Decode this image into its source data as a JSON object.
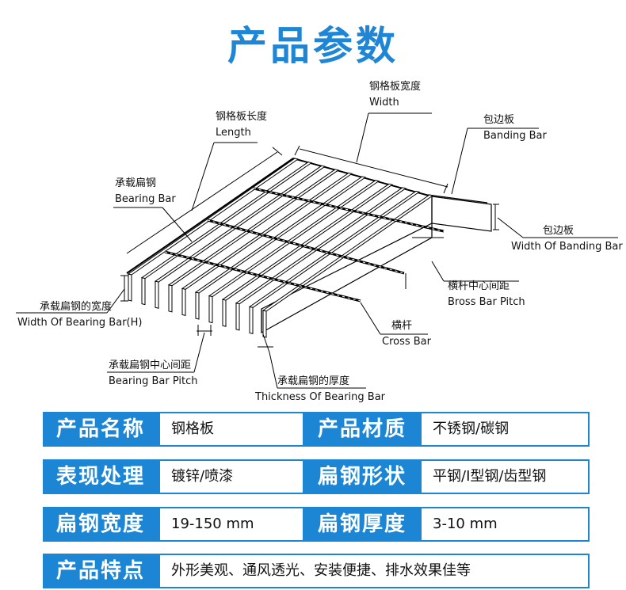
{
  "title": "产品参数",
  "labels": {
    "width": {
      "cn": "钢格板宽度",
      "en": "Width"
    },
    "length": {
      "cn": "钢格板长度",
      "en": "Length"
    },
    "banding_bar": {
      "cn": "包边板",
      "en": "Banding Bar"
    },
    "bearing_bar": {
      "cn": "承载扁钢",
      "en": "Bearing Bar"
    },
    "width_banding_bar": {
      "cn": "包边板",
      "en": "Width Of Banding Bar"
    },
    "cross_bar_pitch": {
      "cn": "横杆中心间距",
      "en": "Bross Bar Pitch"
    },
    "width_bearing_bar": {
      "cn": "承载扁钢的宽度",
      "en": "Width Of Bearing Bar(H)"
    },
    "cross_bar": {
      "cn": "横杆",
      "en": "Cross Bar"
    },
    "bearing_bar_pitch": {
      "cn": "承载扁钢中心间距",
      "en": "Bearing Bar Pitch"
    },
    "thickness_bearing_bar": {
      "cn": "承载扁钢的厚度",
      "en": "Thickness Of Bearing Bar"
    }
  },
  "specs": [
    {
      "k1": "产品名称",
      "v1": "钢格板",
      "k2": "产品材质",
      "v2": "不锈钢/碳钢"
    },
    {
      "k1": "表现处理",
      "v1": "镀锌/喷漆",
      "k2": "扁钢形状",
      "v2": "平钢/I型钢/齿型钢"
    },
    {
      "k1": "扁钢宽度",
      "v1": "19-150 mm",
      "k2": "扁钢厚度",
      "v2": "3-10 mm"
    }
  ],
  "feature": {
    "k": "产品特点",
    "v": "外形美观、通风透光、安装便捷、排水效果佳等"
  },
  "colors": {
    "accent": "#1d86d4",
    "title": "#1f86d6"
  }
}
